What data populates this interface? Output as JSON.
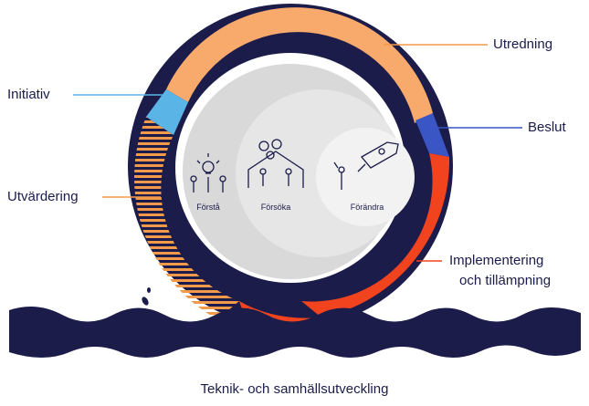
{
  "callouts": {
    "initiativ": "Initiativ",
    "utredning": "Utredning",
    "beslut": "Beslut",
    "utvardering": "Utvärdering",
    "implementering_line1": "Implementering",
    "implementering_line2": "och tillämpning"
  },
  "stages": {
    "forsta": "Förstå",
    "forsoka": "Försöka",
    "forandra": "Förändra"
  },
  "caption": "Teknik- och samhällsutveckling",
  "colors": {
    "navy": "#1b1c4a",
    "orange_light": "#f8a96c",
    "orange_stripe": "#f39a4a",
    "red": "#f2431f",
    "blue_light": "#5ab5e6",
    "blue_dark": "#3a55c4",
    "grey_outer": "#d9d9d9",
    "grey_mid": "#e6e6e6",
    "grey_inner": "#f2f2f2"
  }
}
